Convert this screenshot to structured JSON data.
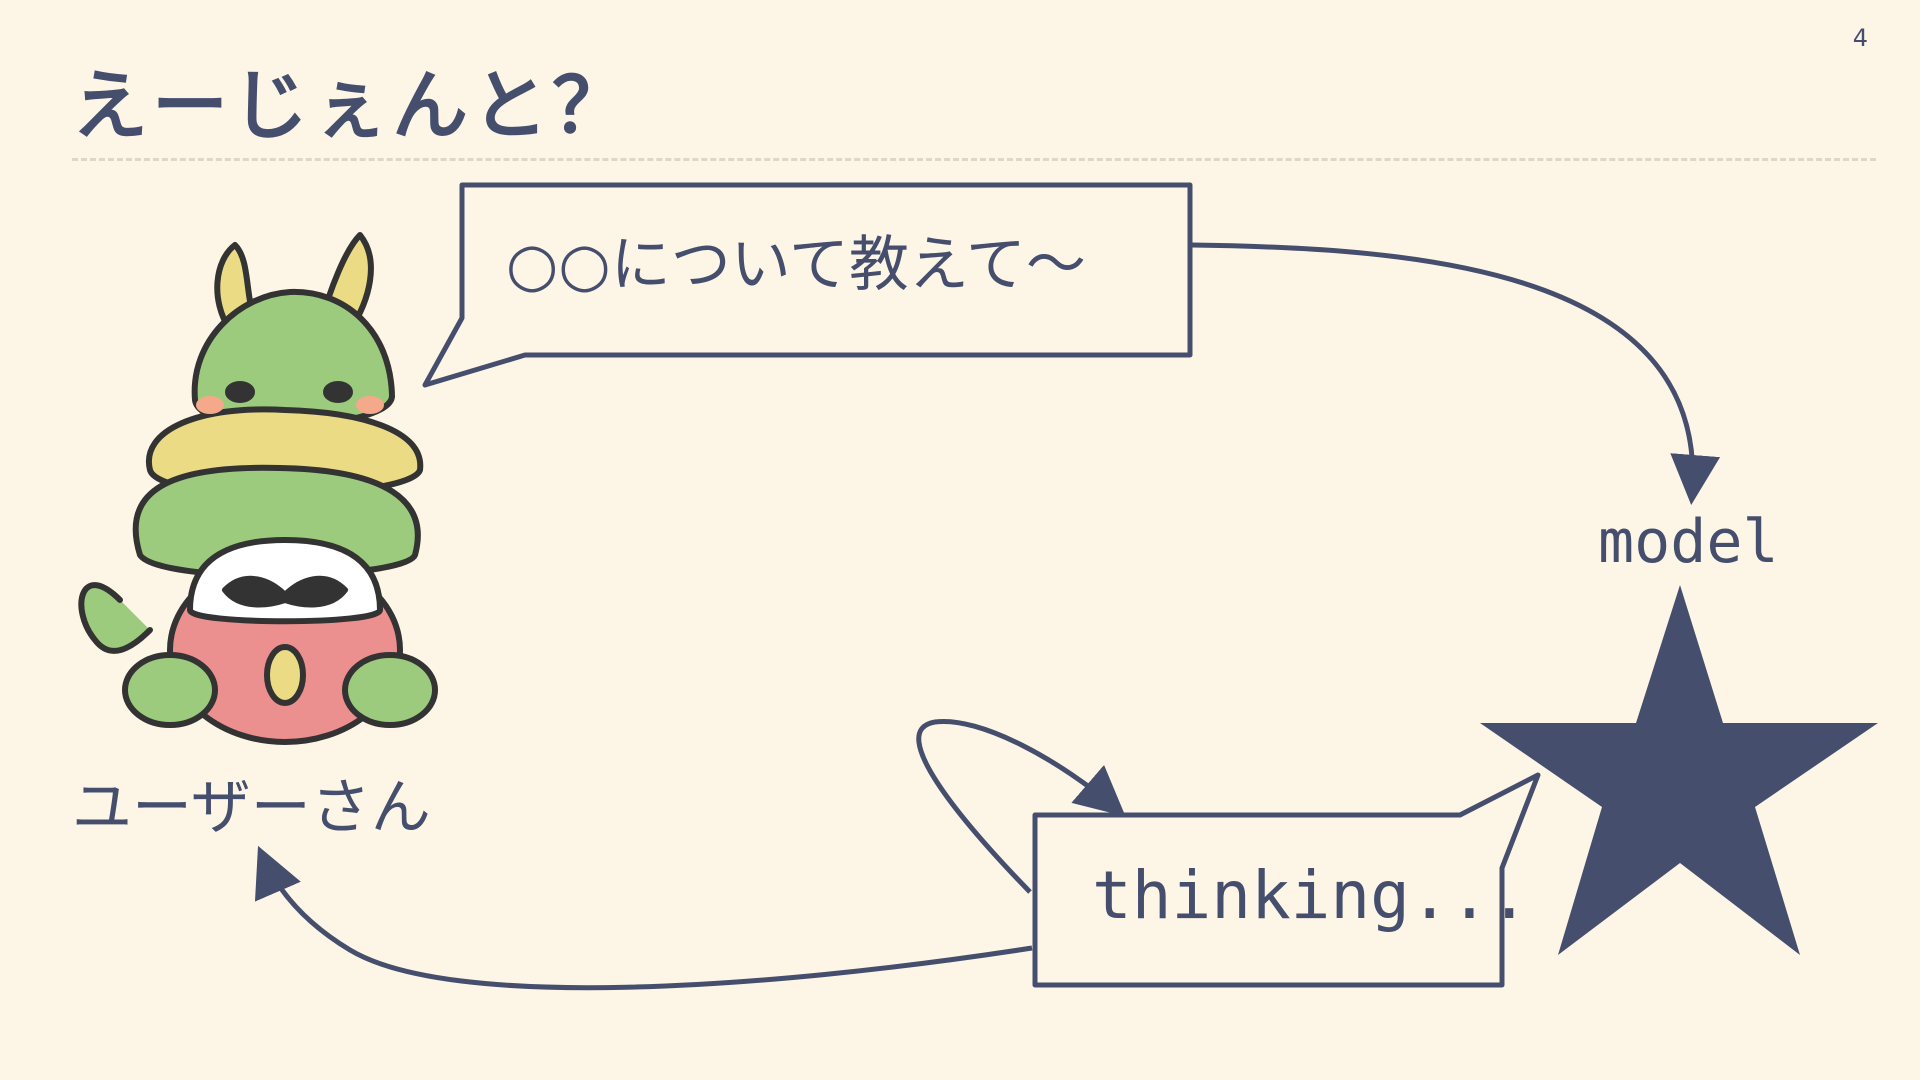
{
  "slide": {
    "title": "えーじぇんと？",
    "page_number": "4"
  },
  "diagram": {
    "user_bubble_text": "○○について教えて〜",
    "user_label": "ユーザーさん",
    "model_label": "model",
    "thinking_text": "thinking...",
    "user_icon": "dragon-daruma-character-icon",
    "model_icon": "star-icon"
  },
  "colors": {
    "background": "#fdf5e6",
    "ink": "#454f6d",
    "divider": "#ddd6c9"
  }
}
